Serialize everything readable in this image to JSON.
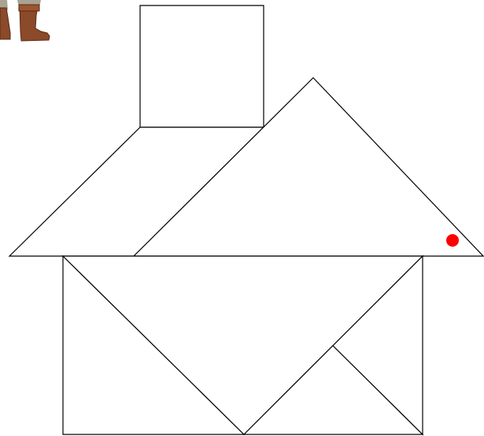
{
  "puzzle": {
    "name": "tangram-house",
    "piece_fill": "#ffffff",
    "piece_stroke": "#000000",
    "marker_color": "#ff0000",
    "pieces": [
      {
        "id": "chimney-square",
        "shape": "square"
      },
      {
        "id": "left-roof-parallelogram",
        "shape": "parallelogram"
      },
      {
        "id": "large-roof-triangle",
        "shape": "triangle"
      },
      {
        "id": "base-left-triangle",
        "shape": "triangle"
      },
      {
        "id": "base-top-triangle",
        "shape": "triangle"
      },
      {
        "id": "base-bottom-middle-triangle",
        "shape": "triangle"
      },
      {
        "id": "base-bottom-right-triangle",
        "shape": "triangle"
      }
    ]
  },
  "character": {
    "icon": "boot-icon",
    "boot_color": "#8b4a2a",
    "trouser_color": "#a9a394"
  }
}
